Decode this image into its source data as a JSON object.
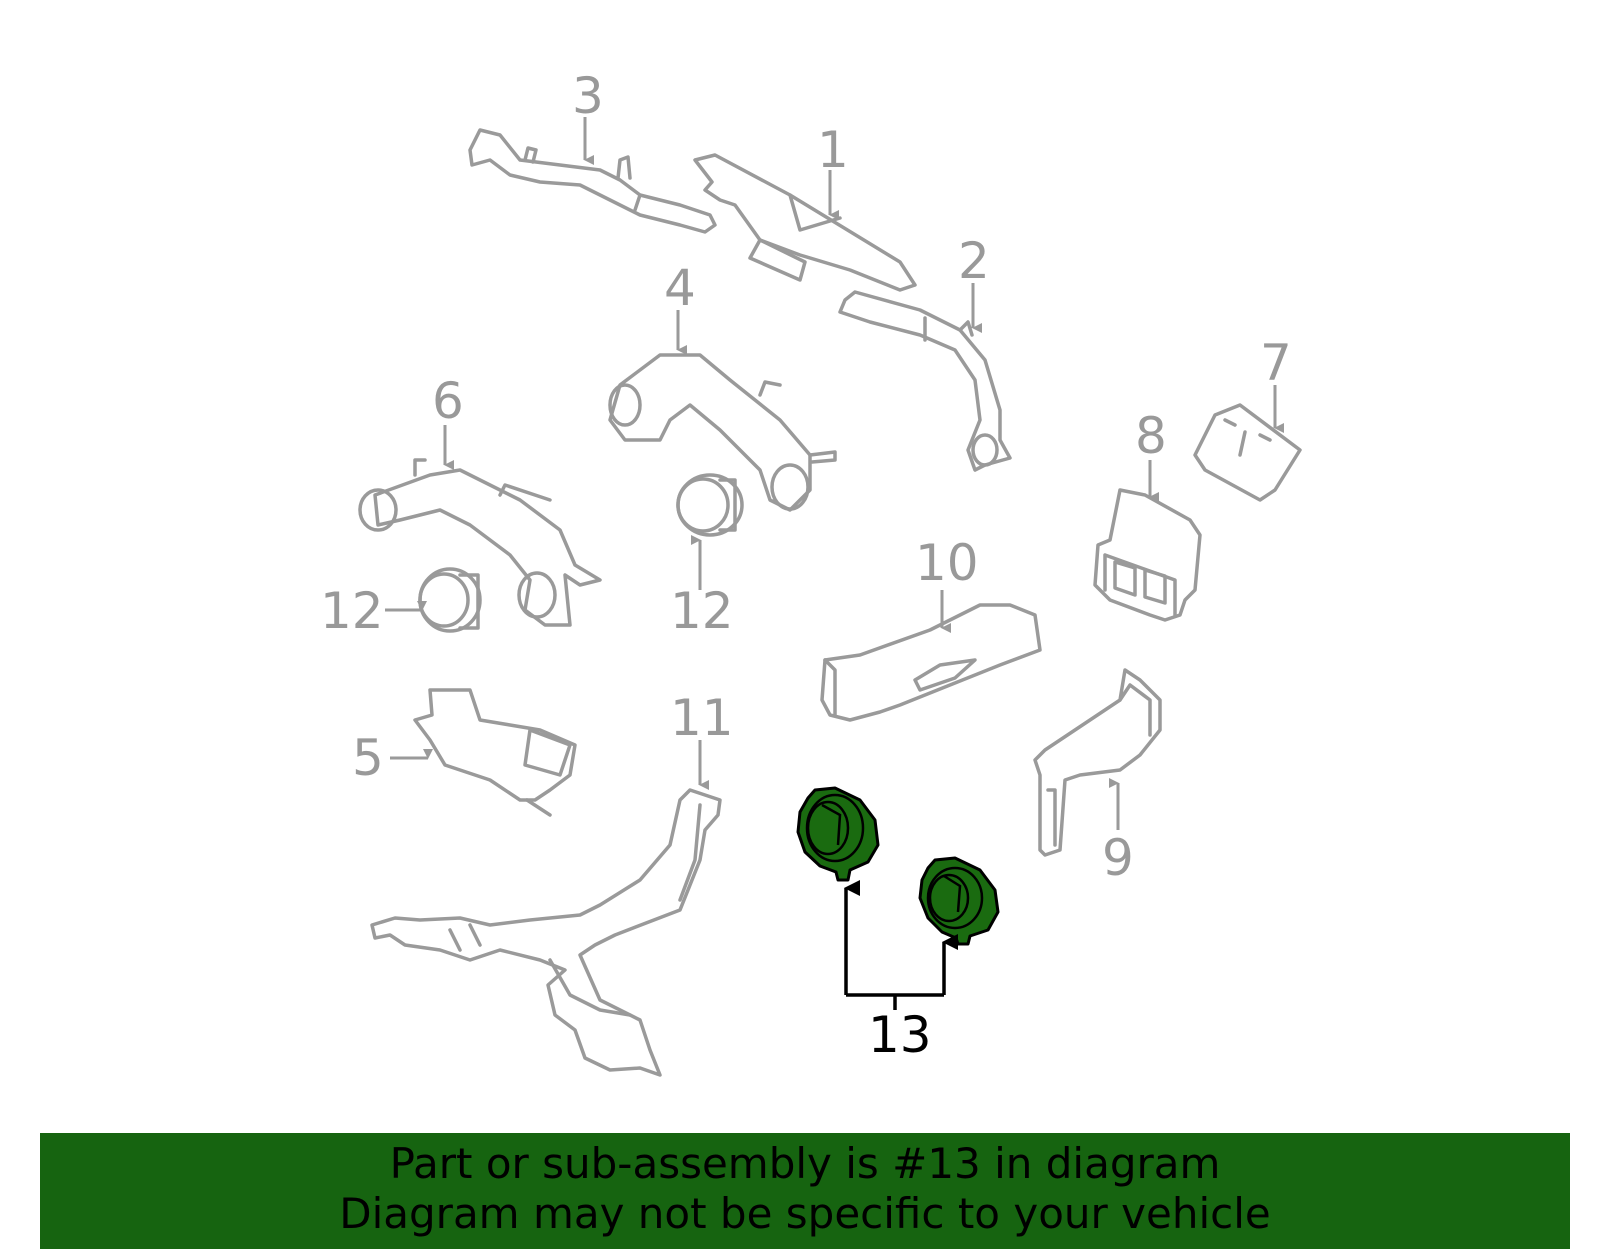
{
  "diagram": {
    "callouts": {
      "c1": "1",
      "c2": "2",
      "c3": "3",
      "c4": "4",
      "c5": "5",
      "c6": "6",
      "c7": "7",
      "c8": "8",
      "c9": "9",
      "c10": "10",
      "c11": "11",
      "c12a": "12",
      "c12b": "12",
      "c13": "13"
    },
    "highlighted_part": "13",
    "colors": {
      "highlight": "#1a6b10",
      "banner": "#166410",
      "outline": "#9a9a9a"
    }
  },
  "banner": {
    "line1": "Part or sub-assembly is #13 in diagram",
    "line2": "Diagram may not be specific to your vehicle"
  }
}
